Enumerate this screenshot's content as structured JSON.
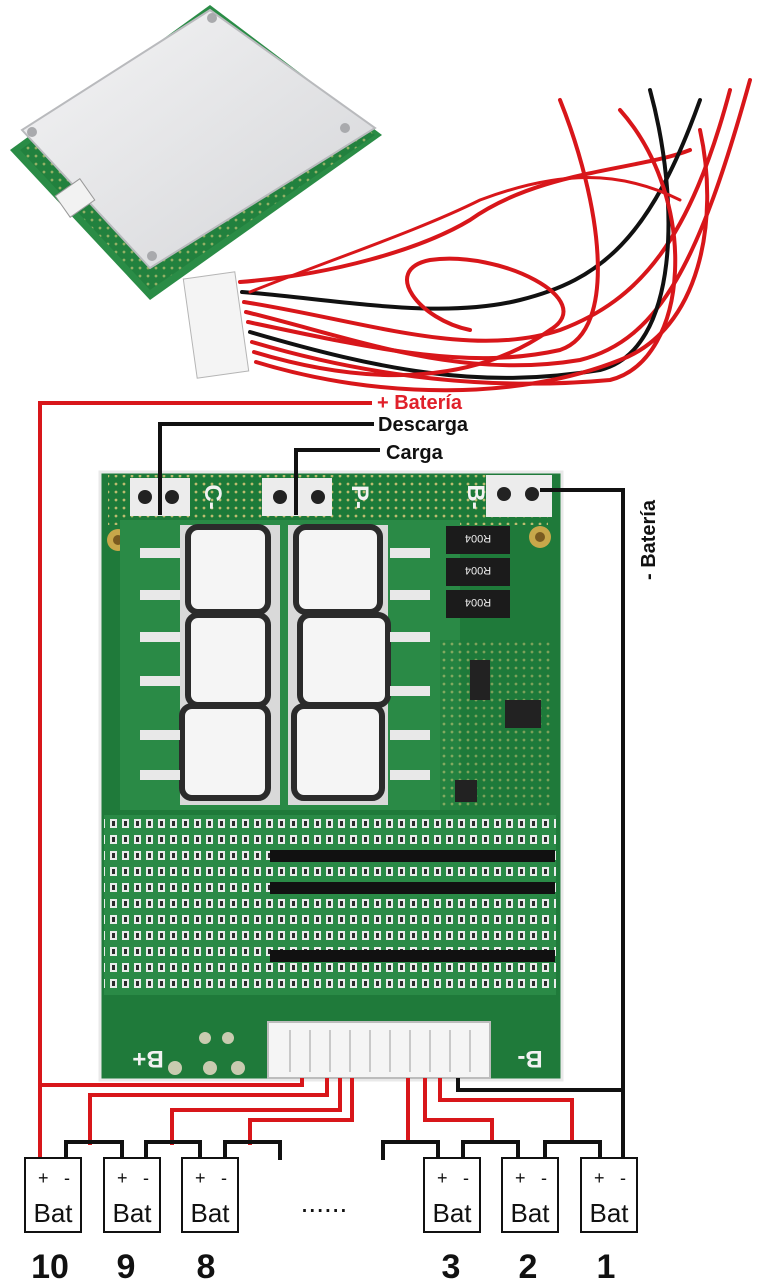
{
  "labels": {
    "battery_positive": "+ Batería",
    "discharge": "Descarga",
    "charge": "Carga",
    "battery_negative": "- Batería"
  },
  "board_silkscreen": {
    "c_minus": "C-",
    "p_minus": "P-",
    "b_minus_top": "B-",
    "b_plus": "B+",
    "b_minus_bottom": "B-",
    "chip_code": "R004"
  },
  "batteries": [
    {
      "number": "10",
      "name": "Bat",
      "plus": "+",
      "minus": "-"
    },
    {
      "number": "9",
      "name": "Bat",
      "plus": "+",
      "minus": "-"
    },
    {
      "number": "8",
      "name": "Bat",
      "plus": "+",
      "minus": "-"
    },
    {
      "number": "3",
      "name": "Bat",
      "plus": "+",
      "minus": "-"
    },
    {
      "number": "2",
      "name": "Bat",
      "plus": "+",
      "minus": "-"
    },
    {
      "number": "1",
      "name": "Bat",
      "plus": "+",
      "minus": "-"
    }
  ],
  "ellipsis": "......",
  "colors": {
    "wire_red": "#d8161a",
    "wire_black": "#111111",
    "pcb_green": "#1f7a3a",
    "aluminum": "#e6e7e9",
    "label_red": "#e0202a"
  }
}
